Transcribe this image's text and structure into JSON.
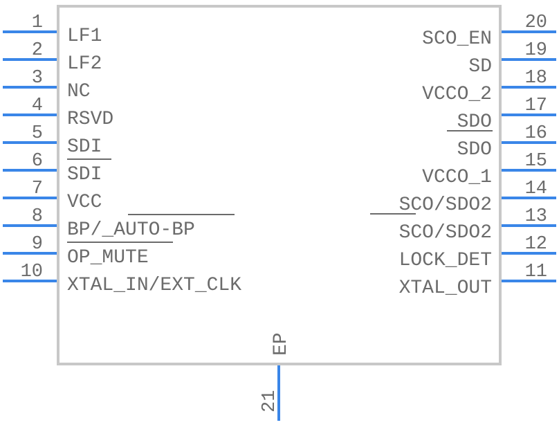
{
  "component": {
    "body_color": "#c8c8c8",
    "pin_color": "#3a86e8",
    "text_color": "#6b6b6b"
  },
  "left_pins": [
    {
      "number": "1",
      "label": "LF1"
    },
    {
      "number": "2",
      "label": "LF2"
    },
    {
      "number": "3",
      "label": "NC"
    },
    {
      "number": "4",
      "label": "RSVD"
    },
    {
      "number": "5",
      "label": "SDI"
    },
    {
      "number": "6",
      "label": "SDI"
    },
    {
      "number": "7",
      "label": "VCC"
    },
    {
      "number": "8",
      "label": "BP/_AUTO-BP"
    },
    {
      "number": "9",
      "label": "OP_MUTE"
    },
    {
      "number": "10",
      "label": "XTAL_IN/EXT_CLK"
    }
  ],
  "right_pins": [
    {
      "number": "20",
      "label": "SCO_EN"
    },
    {
      "number": "19",
      "label": "SD"
    },
    {
      "number": "18",
      "label": "VCCO_2"
    },
    {
      "number": "17",
      "label": "SDO"
    },
    {
      "number": "16",
      "label": "SDO"
    },
    {
      "number": "15",
      "label": "VCCO_1"
    },
    {
      "number": "14",
      "label": "SCO/SDO2"
    },
    {
      "number": "13",
      "label": "SCO/SDO2"
    },
    {
      "number": "12",
      "label": "LOCK_DET"
    },
    {
      "number": "11",
      "label": "XTAL_OUT"
    }
  ],
  "bottom_pin": {
    "number": "21",
    "label": "EP"
  }
}
